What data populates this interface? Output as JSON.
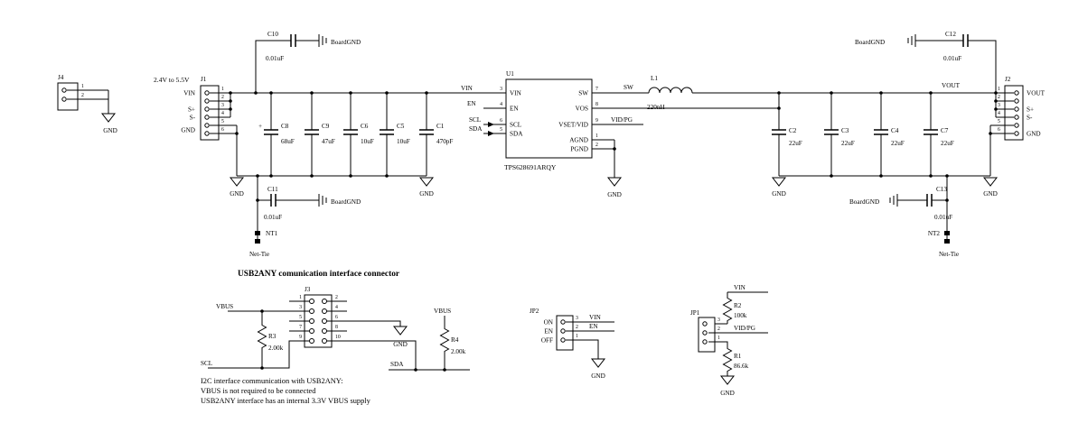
{
  "common": {
    "gnd": "GND",
    "board_gnd": "BoardGND"
  },
  "schematic": {
    "bypass_tl": {
      "ref": "C10",
      "value": "0.01uF"
    },
    "bypass_tr": {
      "ref": "C12",
      "value": "0.01uF"
    },
    "bypass_bl": {
      "ref": "C11",
      "value": "0.01uF"
    },
    "bypass_br": {
      "ref": "C13",
      "value": "0.01uF"
    },
    "nt1": {
      "ref": "NT1",
      "label": "Net-Tie"
    },
    "nt2": {
      "ref": "NT2",
      "label": "Net-Tie"
    },
    "j4": {
      "ref": "J4",
      "pins": [
        "1",
        "2"
      ]
    },
    "input": {
      "range": "2.4V to 5.5V",
      "vin": "VIN",
      "sp": "S+",
      "sm": "S-",
      "gnd": "GND"
    },
    "j1": {
      "ref": "J1",
      "pins": [
        "1",
        "2",
        "3",
        "4",
        "5",
        "6"
      ]
    },
    "caps_in": [
      {
        "ref": "C8",
        "value": "68uF",
        "plus": "+"
      },
      {
        "ref": "C9",
        "value": "47uF"
      },
      {
        "ref": "C6",
        "value": "10uF"
      },
      {
        "ref": "C5",
        "value": "10uF"
      },
      {
        "ref": "C1",
        "value": "470pF"
      }
    ],
    "u1": {
      "ref": "U1",
      "part": "TPS628691ARQY",
      "left_pins": [
        {
          "num": "3",
          "name": "VIN",
          "net": "VIN"
        },
        {
          "num": "4",
          "name": "EN",
          "net": "EN"
        },
        {
          "num": "6",
          "name": "SCL",
          "net": "SCL"
        },
        {
          "num": "5",
          "name": "SDA",
          "net": "SDA"
        }
      ],
      "right_pins": [
        {
          "num": "7",
          "name": "SW",
          "net": "SW"
        },
        {
          "num": "8",
          "name": "VOS"
        },
        {
          "num": "9",
          "name": "VSET/VID",
          "net": "VID/PG"
        },
        {
          "num": "1",
          "name": "AGND"
        },
        {
          "num": "2",
          "name": "PGND"
        }
      ]
    },
    "l1": {
      "ref": "L1",
      "value": "220nH"
    },
    "caps_out": [
      {
        "ref": "C2",
        "value": "22uF"
      },
      {
        "ref": "C3",
        "value": "22uF"
      },
      {
        "ref": "C4",
        "value": "22uF"
      },
      {
        "ref": "C7",
        "value": "22uF"
      }
    ],
    "output": {
      "vout": "VOUT"
    },
    "j2": {
      "ref": "J2",
      "pins": [
        "1",
        "2",
        "3",
        "4",
        "5",
        "6"
      ],
      "vout": "VOUT",
      "sp": "S+",
      "sm": "S-",
      "gnd": "GND"
    }
  },
  "usb2any": {
    "title": "USB2ANY comunication interface connector",
    "j3": {
      "ref": "J3",
      "pins_left": [
        "1",
        "3",
        "5",
        "7",
        "9"
      ],
      "pins_right": [
        "2",
        "4",
        "6",
        "8",
        "10"
      ]
    },
    "vbus_left": "VBUS",
    "vbus_right": "VBUS",
    "scl": "SCL",
    "sda": "SDA",
    "r3": {
      "ref": "R3",
      "value": "2.00k"
    },
    "r4": {
      "ref": "R4",
      "value": "2.00k"
    },
    "notes": [
      "I2C interface communication with USB2ANY:",
      "VBUS is not required to be connected",
      "USB2ANY interface has an internal 3.3V VBUS supply"
    ]
  },
  "jp2": {
    "ref": "JP2",
    "modes": [
      "ON",
      "EN",
      "OFF"
    ],
    "pins": [
      "3",
      "2",
      "1"
    ],
    "net_vin": "VIN",
    "net_en": "EN"
  },
  "jp1": {
    "ref": "JP1",
    "pins": [
      "3",
      "2",
      "1"
    ],
    "vin": "VIN",
    "vidpg": "VID/PG",
    "r2": {
      "ref": "R2",
      "value": "100k"
    },
    "r1": {
      "ref": "R1",
      "value": "86.6k"
    }
  }
}
